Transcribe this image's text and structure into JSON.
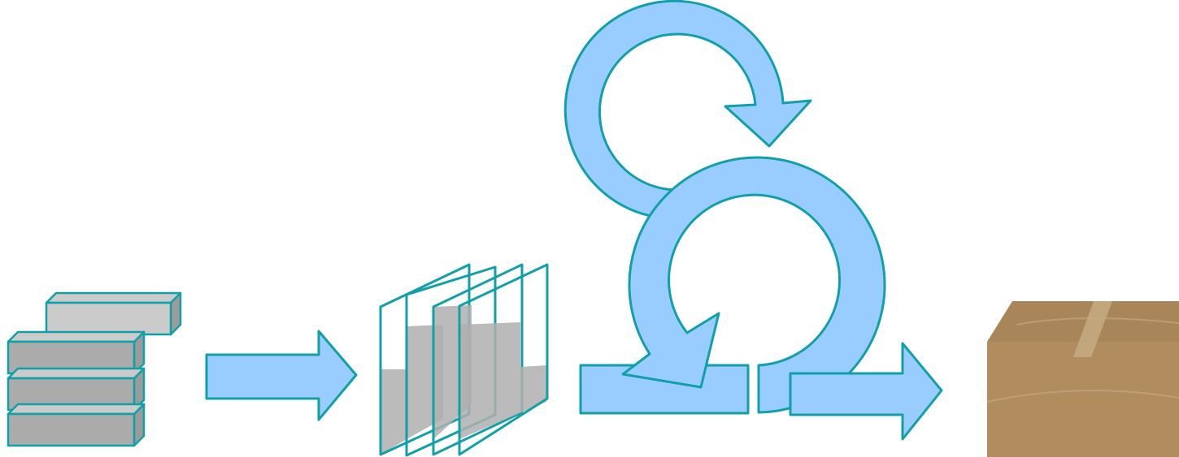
{
  "diagram": {
    "kind": "process-flow",
    "stages": [
      {
        "id": "product-backlog",
        "icon": "stacked-blocks-icon"
      },
      {
        "id": "sprint-backlog",
        "icon": "layered-panes-icon"
      },
      {
        "id": "sprint-cycle",
        "icon": "iteration-loop-icon"
      },
      {
        "id": "increment",
        "icon": "cardboard-box-icon"
      }
    ],
    "connectors": [
      "flow-arrow",
      "output-arrow"
    ]
  },
  "colors": {
    "arrow_fill": "#99CCFF",
    "outline": "#11A0A8",
    "block_dark": "#ABABAB",
    "block_light": "#CBCBCB",
    "block_side": "#9B9B9B",
    "pane_fill": "#AFAFAF",
    "box_top": "#A88659",
    "box_front": "#B08C5F",
    "box_tape": "#C7AE85",
    "background": "#FFFFFF"
  }
}
